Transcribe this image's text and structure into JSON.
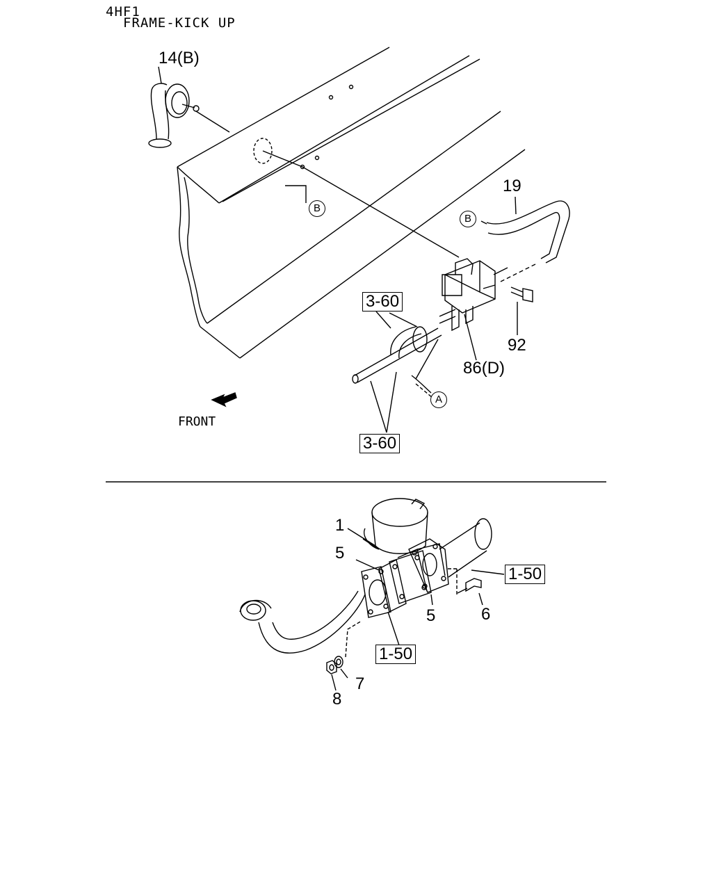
{
  "header": {
    "model": "4HF1",
    "section": "FRAME-KICK UP"
  },
  "front_label": "FRONT",
  "callouts": {
    "part_14b": "14(B)",
    "part_19": "19",
    "part_92": "92",
    "part_86d": "86(D)",
    "part_1": "1",
    "part_5a": "5",
    "part_5b": "5",
    "part_6": "6",
    "part_7": "7",
    "part_8": "8"
  },
  "ref_boxes": {
    "ref_360_top": "3-60",
    "ref_360_bottom": "3-60",
    "ref_150_right": "1-50",
    "ref_150_bottom": "1-50"
  },
  "markers": {
    "b_lower": "B",
    "b_upper": "B",
    "a": "A"
  }
}
